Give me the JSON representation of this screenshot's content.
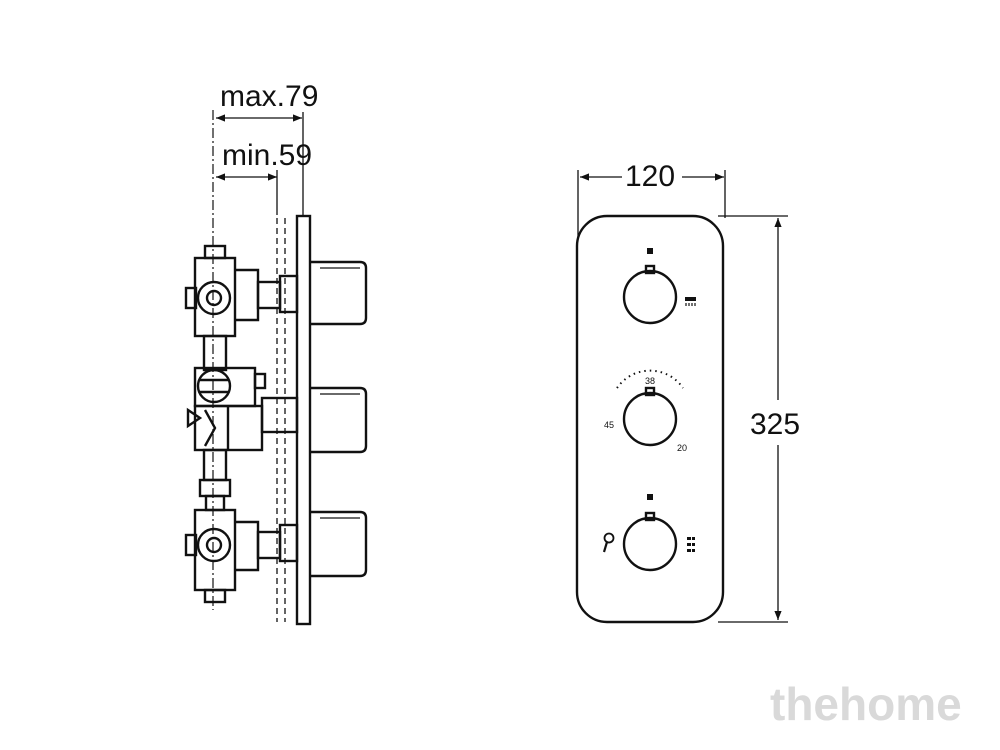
{
  "side_view": {
    "dim_max": "max.79",
    "dim_min": "min.59"
  },
  "front_view": {
    "dim_width": "120",
    "dim_height": "325",
    "temp_scale": {
      "label_38": "38",
      "label_45": "45",
      "label_20": "20"
    }
  },
  "watermark": "thehome",
  "icons": [
    "arrow-icon",
    "square-marker-icon",
    "overhead-shower-icon",
    "hand-shower-icon",
    "body-jets-icon"
  ],
  "colors": {
    "line": "#111111",
    "watermark": "#d9d9d9",
    "background": "#ffffff"
  }
}
